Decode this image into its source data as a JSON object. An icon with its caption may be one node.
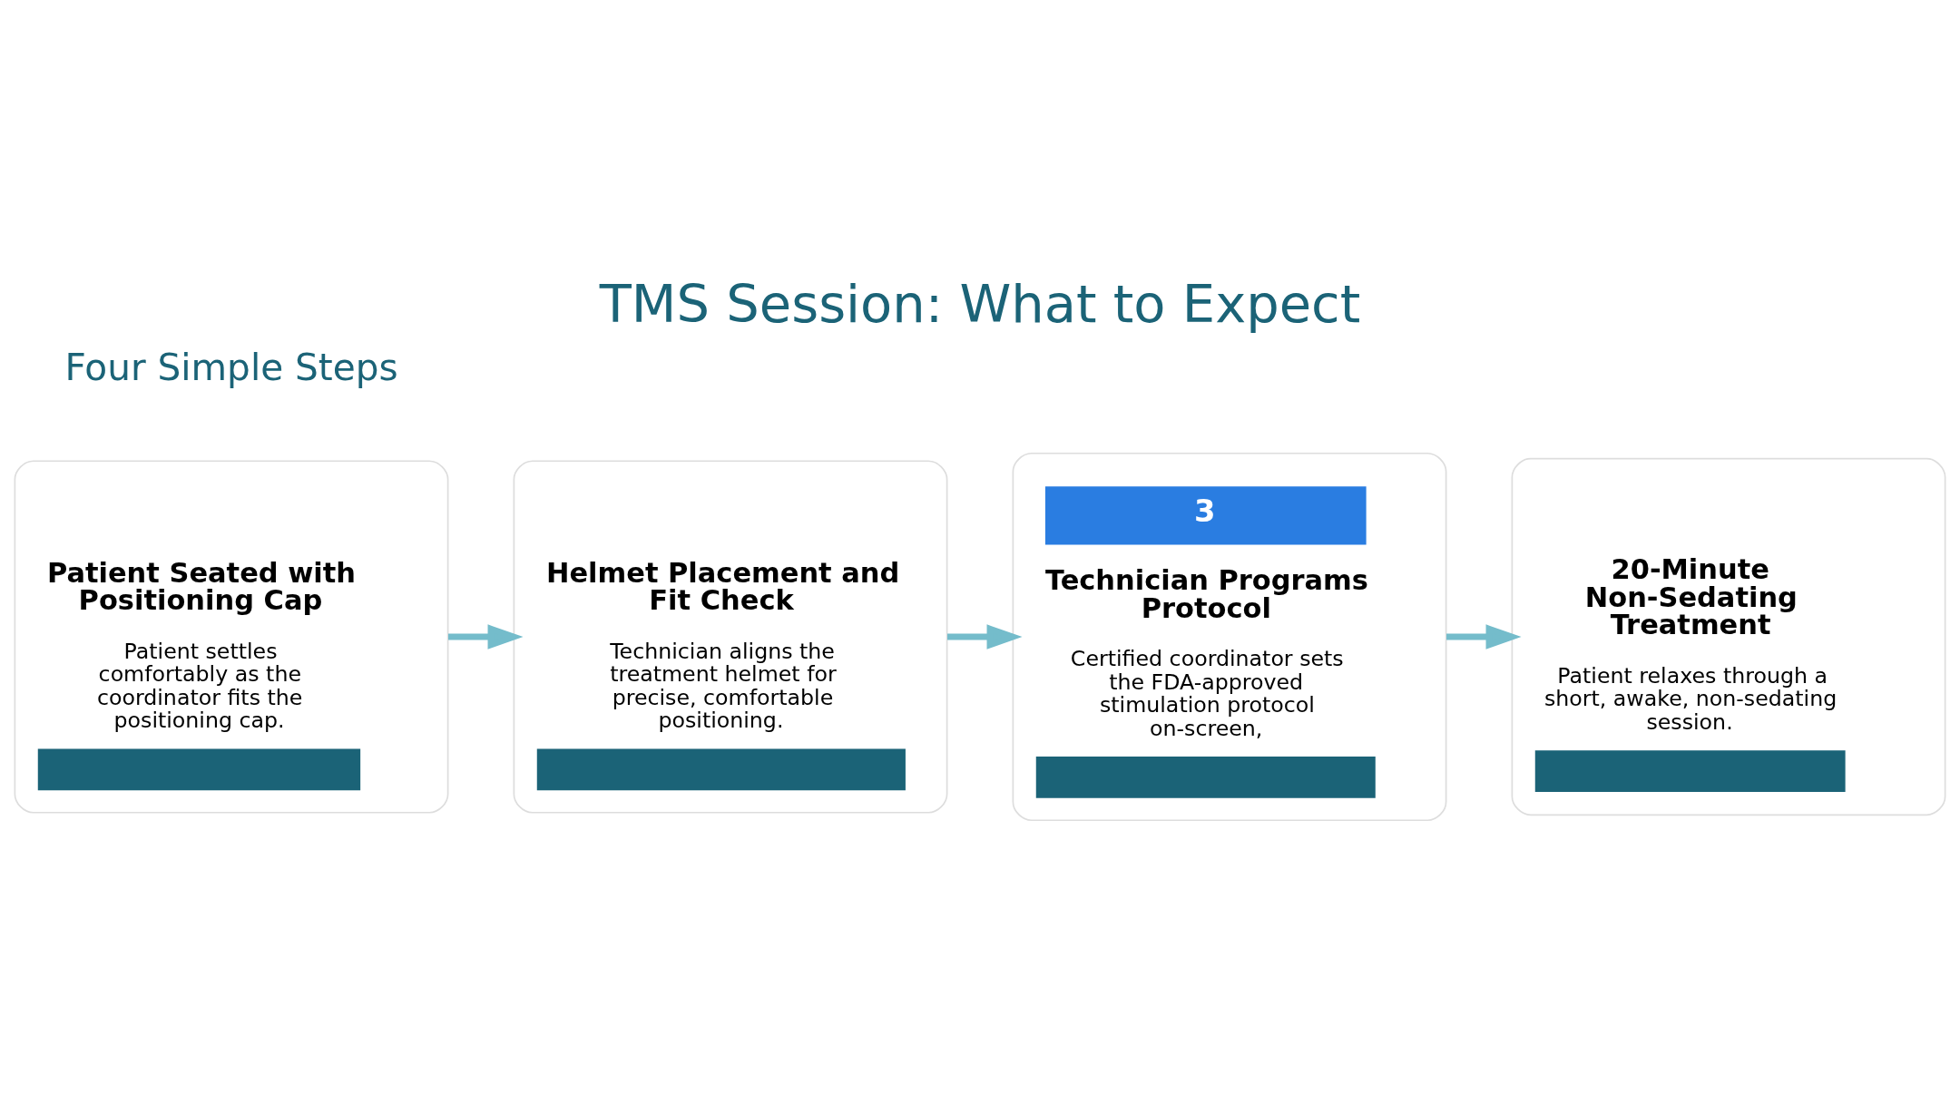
{
  "diagram": {
    "title": "TMS Session: What to Expect",
    "nodes": [
      {
        "text": [
          "Patient Seated with Positioning Cap",
          "Patient settles comfortably as the coordinator fits the positioning cap."
        ]
      },
      {
        "text": [
          "Helmet Placement and Fit Check",
          "Technician aligns the treatment helmet for precise, comfortable positioning."
        ]
      },
      {
        "text": [
          "3",
          "Technician Programs Protocol",
          "Certified coordinator sets the FDA-approved stimulation protocol on-screen,"
        ]
      },
      {
        "text": [
          "20-Minute Non-Sedating Treatment",
          "Patient relaxes through a short, awake, non-sedating session."
        ]
      }
    ],
    "edges": [
      {
        "from": 0,
        "to": 1,
        "arrow": "to"
      },
      {
        "from": 1,
        "to": 2,
        "arrow": "to"
      },
      {
        "from": 2,
        "to": 3,
        "arrow": "to"
      }
    ],
    "labels": [
      "Four Simple Steps"
    ]
  }
}
